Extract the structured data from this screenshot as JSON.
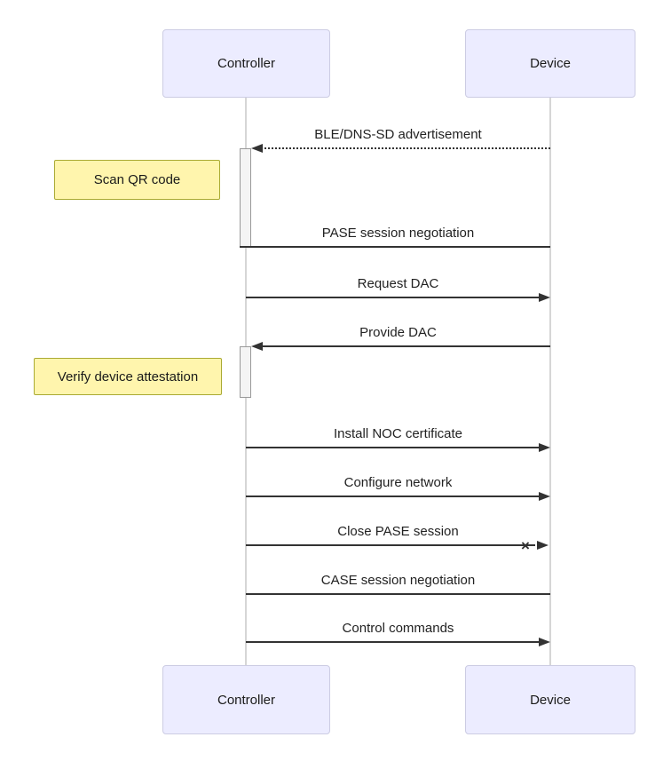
{
  "diagram": {
    "type": "sequence",
    "actors": [
      {
        "id": "controller",
        "label": "Controller"
      },
      {
        "id": "device",
        "label": "Device"
      }
    ],
    "messages": [
      {
        "label": "BLE/DNS-SD advertisement",
        "from": "Device",
        "to": "Controller",
        "line": "dotted",
        "arrow": "left"
      },
      {
        "label": "PASE session negotiation",
        "from": "Controller",
        "to": "Device",
        "line": "solid",
        "arrow": "none"
      },
      {
        "label": "Request DAC",
        "from": "Controller",
        "to": "Device",
        "line": "solid",
        "arrow": "right"
      },
      {
        "label": "Provide DAC",
        "from": "Device",
        "to": "Controller",
        "line": "solid",
        "arrow": "left"
      },
      {
        "label": "Install NOC certificate",
        "from": "Controller",
        "to": "Device",
        "line": "solid",
        "arrow": "right"
      },
      {
        "label": "Configure network",
        "from": "Controller",
        "to": "Device",
        "line": "solid",
        "arrow": "right"
      },
      {
        "label": "Close PASE session",
        "from": "Controller",
        "to": "Device",
        "line": "solid",
        "arrow": "right-cross"
      },
      {
        "label": "CASE session negotiation",
        "from": "Controller",
        "to": "Device",
        "line": "solid",
        "arrow": "none"
      },
      {
        "label": "Control commands",
        "from": "Controller",
        "to": "Device",
        "line": "solid",
        "arrow": "right"
      }
    ],
    "notes": [
      {
        "label": "Scan QR code",
        "position": "left of Controller"
      },
      {
        "label": "Verify device attestation",
        "position": "left of Controller"
      }
    ],
    "cross_marker": "×",
    "colors": {
      "actor_fill": "#ECECFF",
      "actor_border": "#CCCCE3",
      "note_fill": "#FFF5AD",
      "note_border": "#AAAA33",
      "message_line": "#333333",
      "lifeline": "#D6D6D6",
      "activation_fill": "#F4F4F4",
      "activation_border": "#999999"
    }
  }
}
